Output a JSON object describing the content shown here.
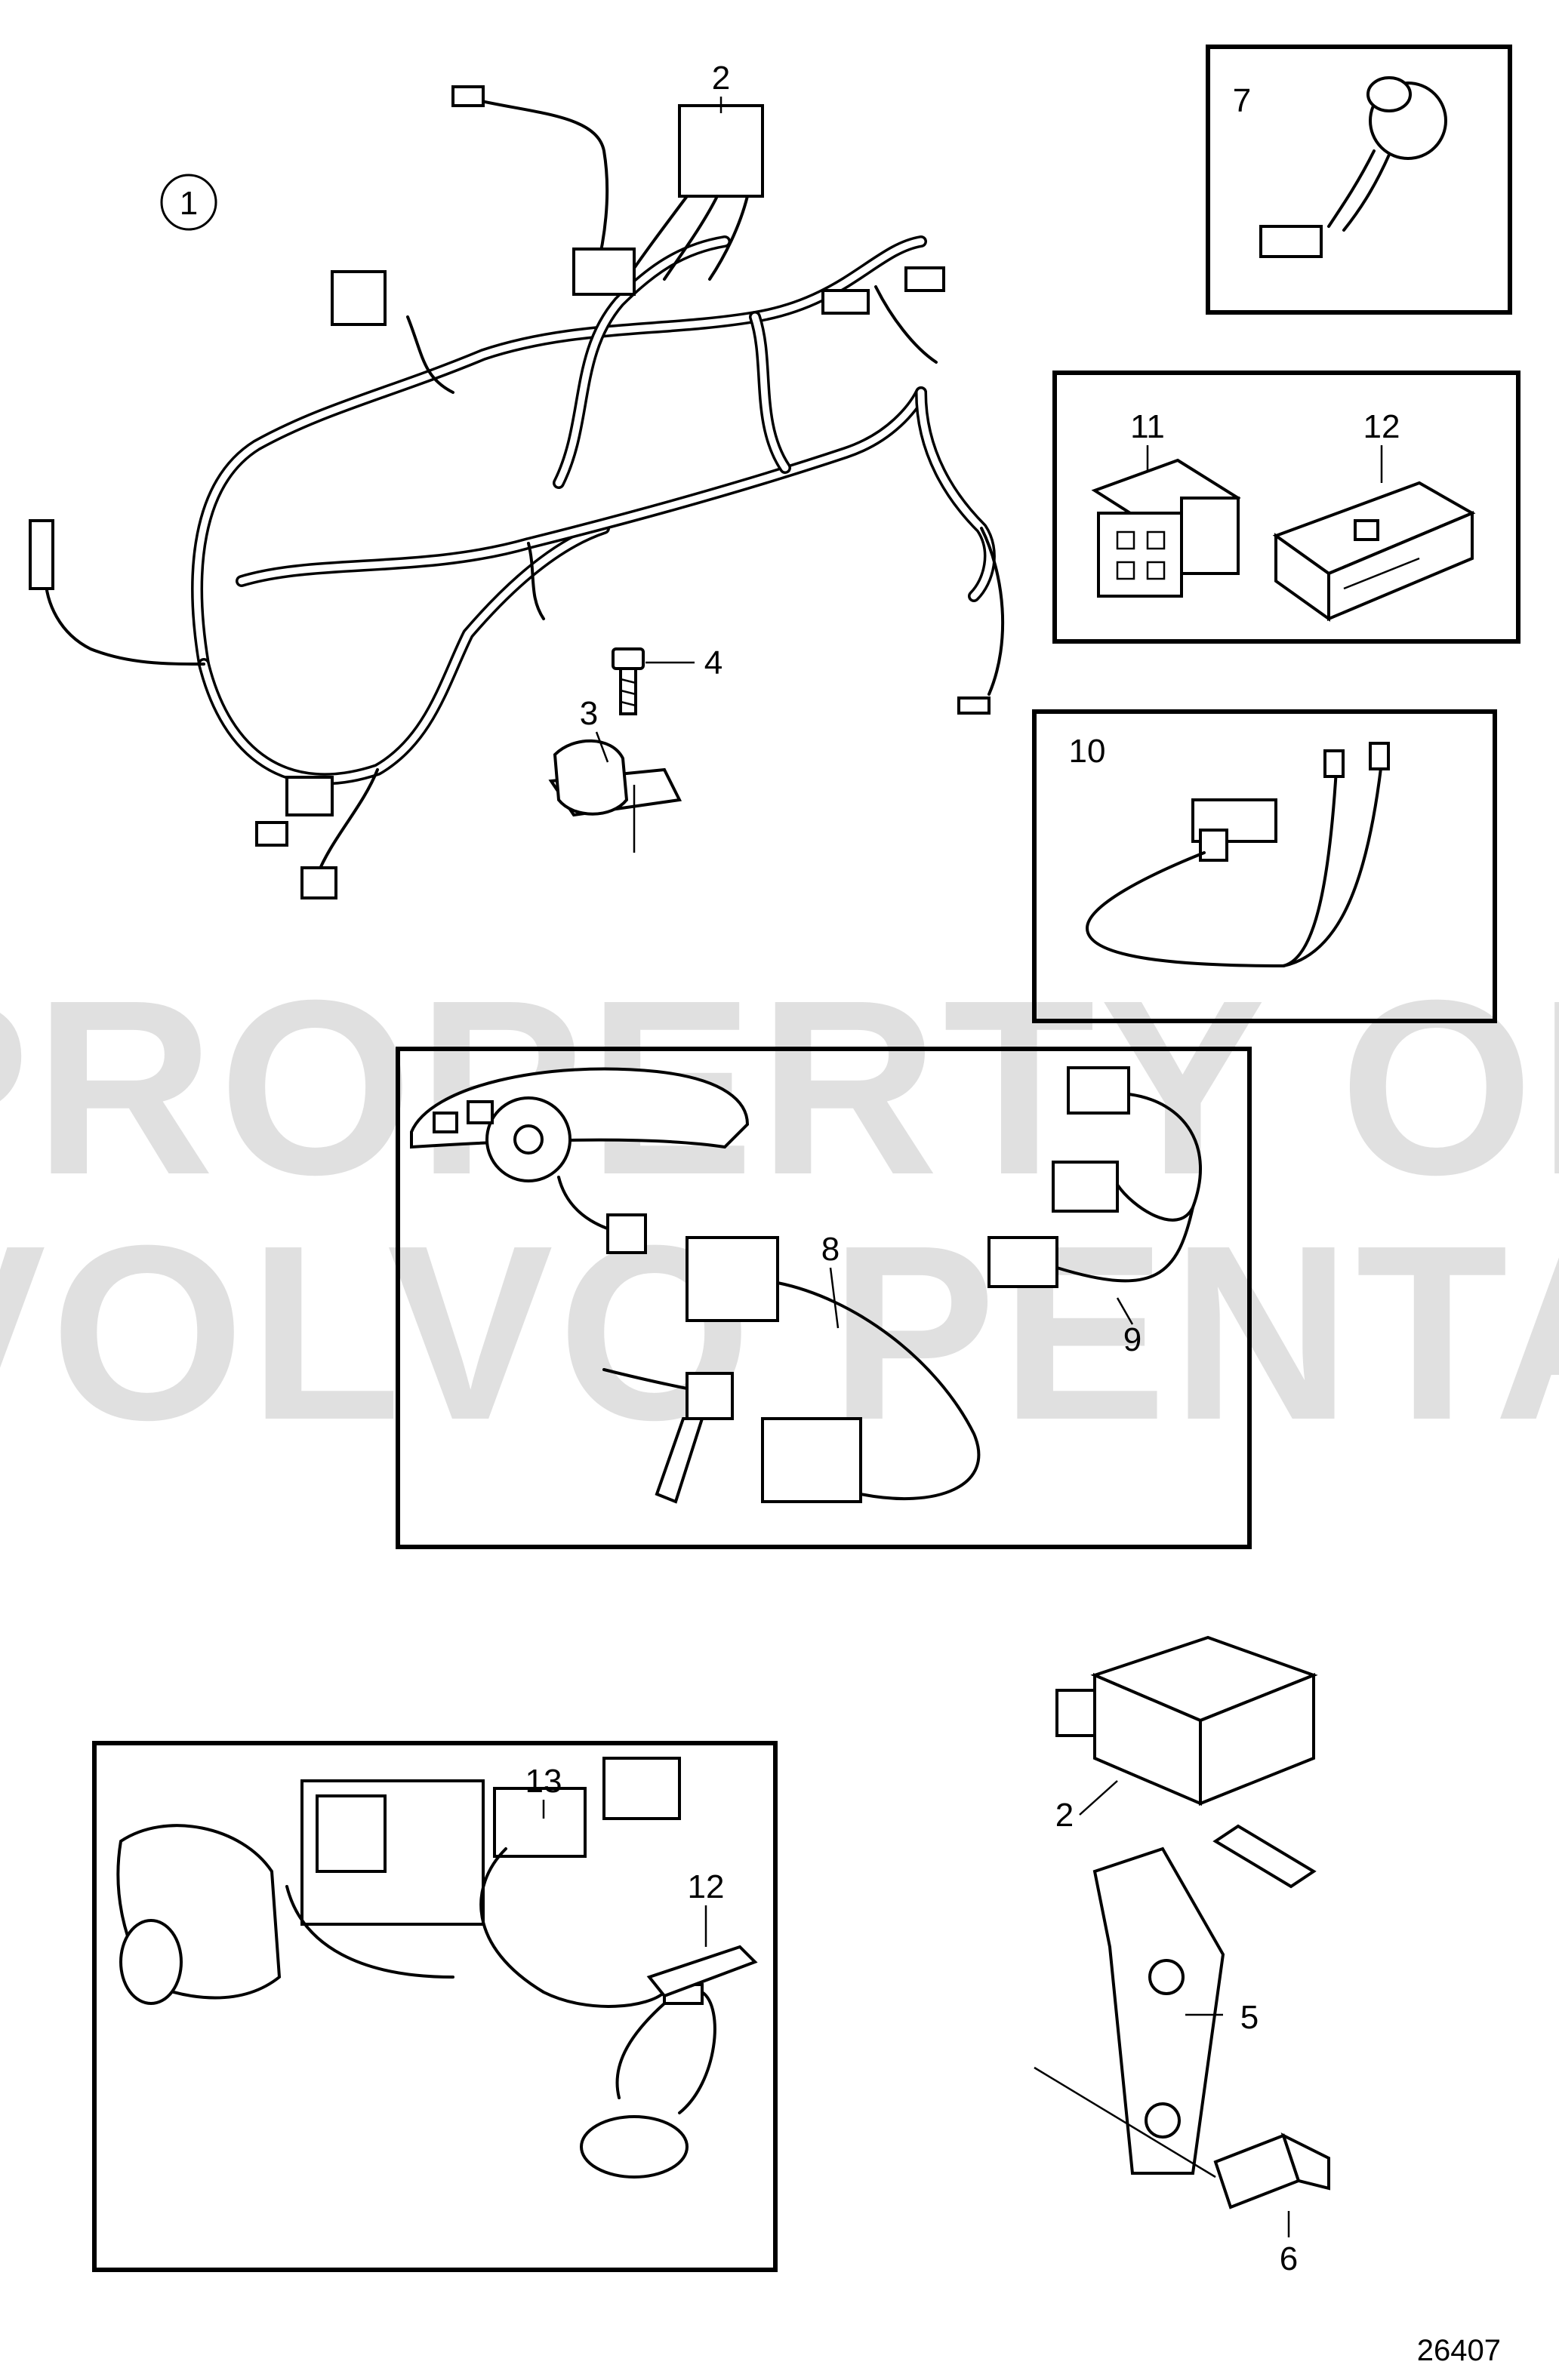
{
  "diagram": {
    "callouts": {
      "c1": "1",
      "c2_top": "2",
      "c2_bottom": "2",
      "c3": "3",
      "c4": "4",
      "c5": "5",
      "c6": "6",
      "c7": "7",
      "c8": "8",
      "c9": "9",
      "c10": "10",
      "c11": "11",
      "c12_top": "12",
      "c12_bottom": "12",
      "c13": "13"
    },
    "watermark": {
      "line1": "PROPERTY OF",
      "line2": "VOLVO PENTA"
    },
    "document_number": "26407"
  }
}
